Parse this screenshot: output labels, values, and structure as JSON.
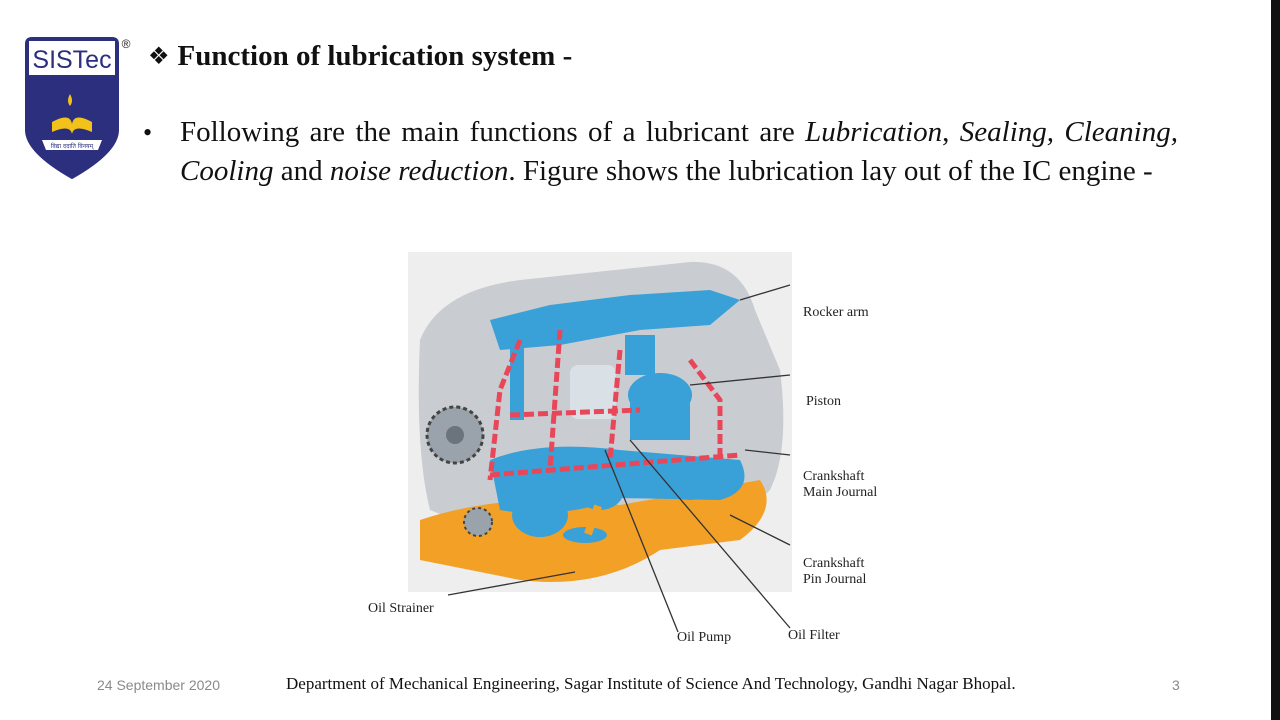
{
  "logo": {
    "text": "SISTec",
    "motto": "विद्या ददाति विनयम्",
    "registered": "®"
  },
  "slide": {
    "title_bullet": "❖",
    "title": "Function of lubrication system -",
    "bullet": "•",
    "body": {
      "s1": "Following are the main functions of a lubricant are ",
      "lubrication": "Lubrication",
      "s2": ", ",
      "sealing": "Sealing, Cleaning, Cooling",
      "s3": " and ",
      "noise": "noise reduction",
      "s4": ". Figure shows the lubrication lay out of the IC engine -"
    }
  },
  "figure": {
    "labels": {
      "rocker_arm": "Rocker arm",
      "piston": "Piston",
      "crank_main_1": "Crankshaft",
      "crank_main_2": "Main Journal",
      "crank_pin_1": "Crankshaft",
      "crank_pin_2": "Pin Journal",
      "oil_strainer": "Oil Strainer",
      "oil_pump": "Oil Pump",
      "oil_filter": "Oil Filter"
    },
    "colors": {
      "engine": "#3aa0d8",
      "oil_passage": "#e8475a",
      "sump": "#f2a126",
      "block": "#c9cdd1"
    }
  },
  "footer": {
    "date": "24 September 2020",
    "department": "Department of Mechanical Engineering, Sagar Institute of Science And Technology, Gandhi Nagar Bhopal.",
    "page": "3"
  }
}
